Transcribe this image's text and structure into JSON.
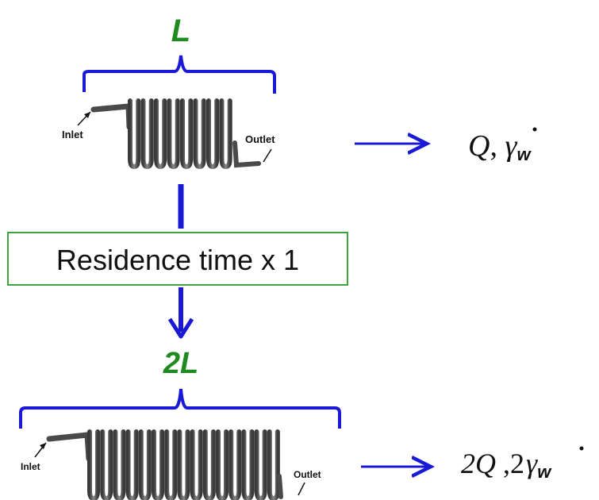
{
  "top": {
    "length_label": "L",
    "inlet_label": "Inlet",
    "outlet_label": "Outlet",
    "result": {
      "flow": "Q",
      "shear": "γ",
      "subscript": "w"
    }
  },
  "middle": {
    "residence_label": "Residence time x 1"
  },
  "bottom": {
    "length_label": "2L",
    "inlet_label": "Inlet",
    "outlet_label": "Outlet",
    "result": {
      "flow": "2Q",
      "shear_prefix": "2",
      "shear": "γ",
      "subscript": "w"
    }
  },
  "colors": {
    "bracket": "#1a1ad6",
    "arrow": "#1a1ad6",
    "length_label": "#1f8a1f",
    "box_border": "#3fa33f",
    "coil": "#555555"
  }
}
